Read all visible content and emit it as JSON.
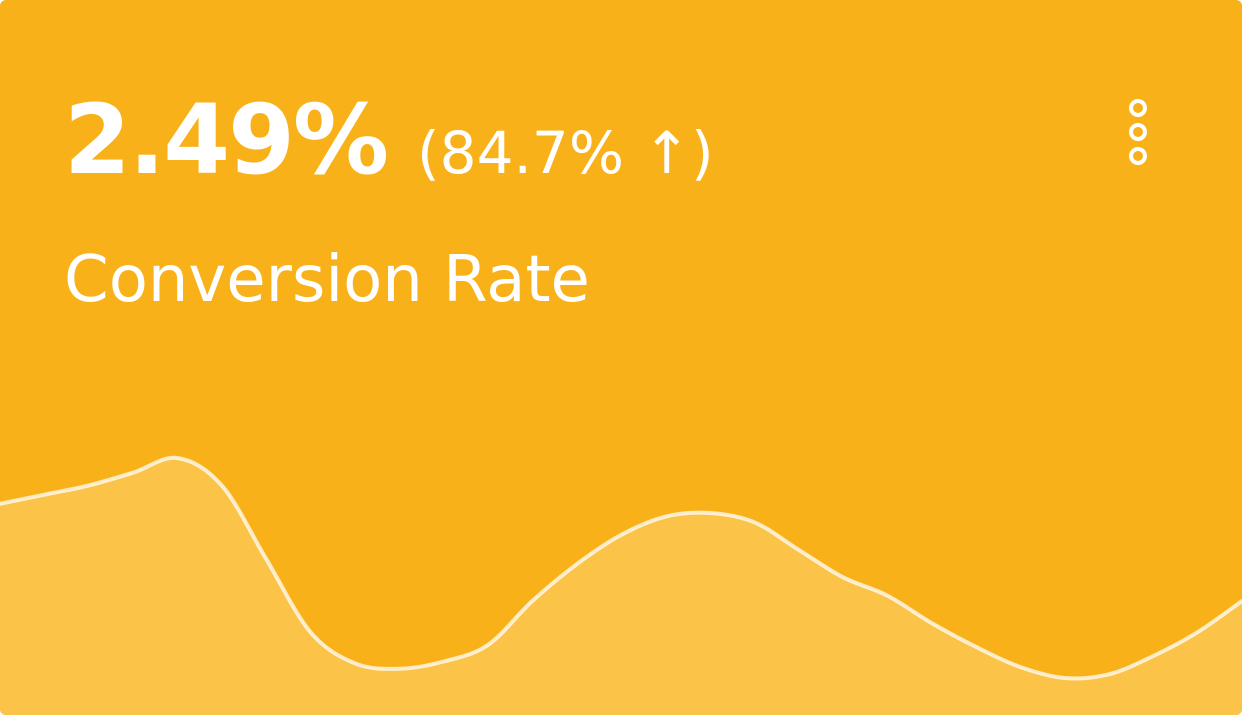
{
  "card": {
    "background_color": "#F9B119",
    "value": "2.49%",
    "change": "(84.7% ↑)",
    "label": "Conversion Rate",
    "menu_icon": "more-vertical-icon"
  },
  "chart_data": {
    "type": "area",
    "values": [
      0.95,
      1.0,
      1.05,
      1.12,
      1.2,
      1.05,
      0.65,
      0.25,
      0.08,
      0.05,
      0.09,
      0.18,
      0.42,
      0.62,
      0.78,
      0.88,
      0.9,
      0.85,
      0.7,
      0.55,
      0.45,
      0.3,
      0.17,
      0.06,
      0.0,
      0.02,
      0.12,
      0.25,
      0.42
    ],
    "line_color": "#FFFFFF",
    "fill_color": "#FBC348"
  }
}
